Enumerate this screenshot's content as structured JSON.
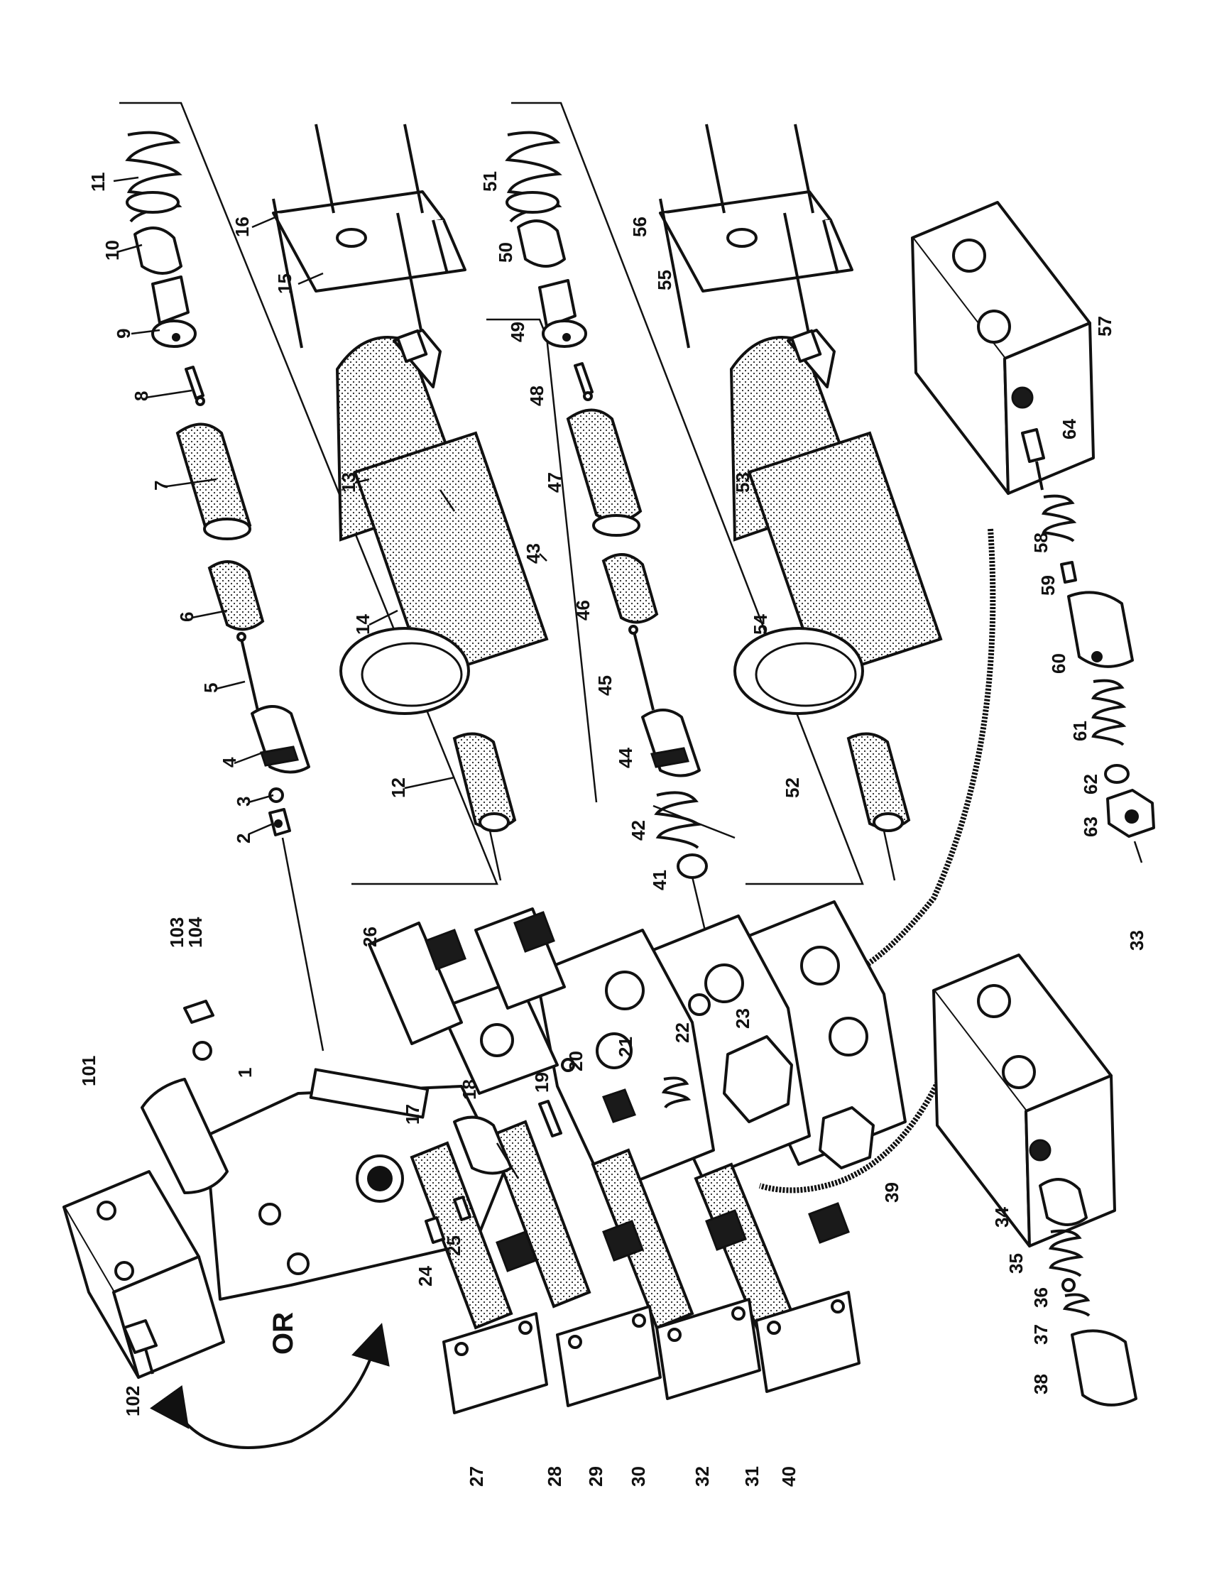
{
  "figure": {
    "callouts": [
      {
        "id": "c1",
        "text": "1"
      },
      {
        "id": "c2",
        "text": "2"
      },
      {
        "id": "c3",
        "text": "3"
      },
      {
        "id": "c4",
        "text": "4"
      },
      {
        "id": "c5",
        "text": "5"
      },
      {
        "id": "c6",
        "text": "6"
      },
      {
        "id": "c7",
        "text": "7"
      },
      {
        "id": "c8",
        "text": "8"
      },
      {
        "id": "c9",
        "text": "9"
      },
      {
        "id": "c10",
        "text": "10"
      },
      {
        "id": "c11",
        "text": "11"
      },
      {
        "id": "c12",
        "text": "12"
      },
      {
        "id": "c13",
        "text": "13"
      },
      {
        "id": "c14",
        "text": "14"
      },
      {
        "id": "c15",
        "text": "15"
      },
      {
        "id": "c16",
        "text": "16"
      },
      {
        "id": "c17",
        "text": "17"
      },
      {
        "id": "c18",
        "text": "18"
      },
      {
        "id": "c19",
        "text": "19"
      },
      {
        "id": "c20",
        "text": "20"
      },
      {
        "id": "c21",
        "text": "21"
      },
      {
        "id": "c22",
        "text": "22"
      },
      {
        "id": "c23",
        "text": "23"
      },
      {
        "id": "c24",
        "text": "24"
      },
      {
        "id": "c25",
        "text": "25"
      },
      {
        "id": "c26",
        "text": "26"
      },
      {
        "id": "c27",
        "text": "27"
      },
      {
        "id": "c28",
        "text": "28"
      },
      {
        "id": "c29",
        "text": "29"
      },
      {
        "id": "c30",
        "text": "30"
      },
      {
        "id": "c31",
        "text": "31"
      },
      {
        "id": "c32",
        "text": "32"
      },
      {
        "id": "c33",
        "text": "33"
      },
      {
        "id": "c34",
        "text": "34"
      },
      {
        "id": "c35",
        "text": "35"
      },
      {
        "id": "c36",
        "text": "36"
      },
      {
        "id": "c37",
        "text": "37"
      },
      {
        "id": "c38",
        "text": "38"
      },
      {
        "id": "c39",
        "text": "39"
      },
      {
        "id": "c40",
        "text": "40"
      },
      {
        "id": "c41",
        "text": "41"
      },
      {
        "id": "c42",
        "text": "42"
      },
      {
        "id": "c43",
        "text": "43"
      },
      {
        "id": "c44",
        "text": "44"
      },
      {
        "id": "c45",
        "text": "45"
      },
      {
        "id": "c46",
        "text": "46"
      },
      {
        "id": "c47",
        "text": "47"
      },
      {
        "id": "c48",
        "text": "48"
      },
      {
        "id": "c49",
        "text": "49"
      },
      {
        "id": "c50",
        "text": "50"
      },
      {
        "id": "c51",
        "text": "51"
      },
      {
        "id": "c52",
        "text": "52"
      },
      {
        "id": "c53",
        "text": "53"
      },
      {
        "id": "c54",
        "text": "54"
      },
      {
        "id": "c55",
        "text": "55"
      },
      {
        "id": "c56",
        "text": "56"
      },
      {
        "id": "c57",
        "text": "57"
      },
      {
        "id": "c58",
        "text": "58"
      },
      {
        "id": "c59",
        "text": "59"
      },
      {
        "id": "c60",
        "text": "60"
      },
      {
        "id": "c61",
        "text": "61"
      },
      {
        "id": "c62",
        "text": "62"
      },
      {
        "id": "c63",
        "text": "63"
      },
      {
        "id": "c64",
        "text": "64"
      },
      {
        "id": "c101",
        "text": "101"
      },
      {
        "id": "c102",
        "text": "102"
      },
      {
        "id": "c103",
        "text": "103"
      },
      {
        "id": "c104",
        "text": "104"
      }
    ],
    "or_label": "OR"
  }
}
